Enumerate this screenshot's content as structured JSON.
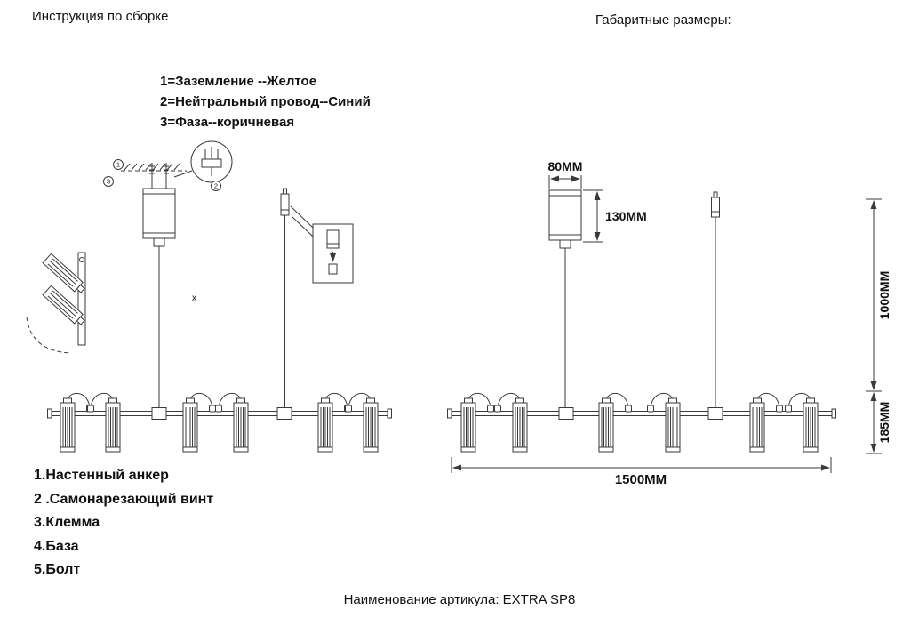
{
  "page": {
    "bg_color": "#ffffff",
    "ink_color": "#3a3a3a",
    "title_left": "Инструкция по сборке",
    "title_right": "Габаритные размеры:",
    "footer": "Наименование артикула: EXTRA SP8"
  },
  "wiring_legend": {
    "lines": [
      "1=Заземление --Желтое",
      "2=Нейтральный провод--Синий",
      "3=Фаза--коричневая"
    ]
  },
  "parts_list": {
    "items": [
      "1.Настенный анкер",
      "2 .Самонарезающий винт",
      "3.Клемма",
      "4.База",
      "5.Болт"
    ]
  },
  "assembly_diagram": {
    "callouts": [
      "1",
      "2",
      "3"
    ],
    "marker": "x"
  },
  "dimensions": {
    "canopy_width": "80MM",
    "canopy_height": "130MM",
    "suspension_height": "1000MM",
    "fixture_height": "185MM",
    "fixture_length": "1500MM"
  }
}
